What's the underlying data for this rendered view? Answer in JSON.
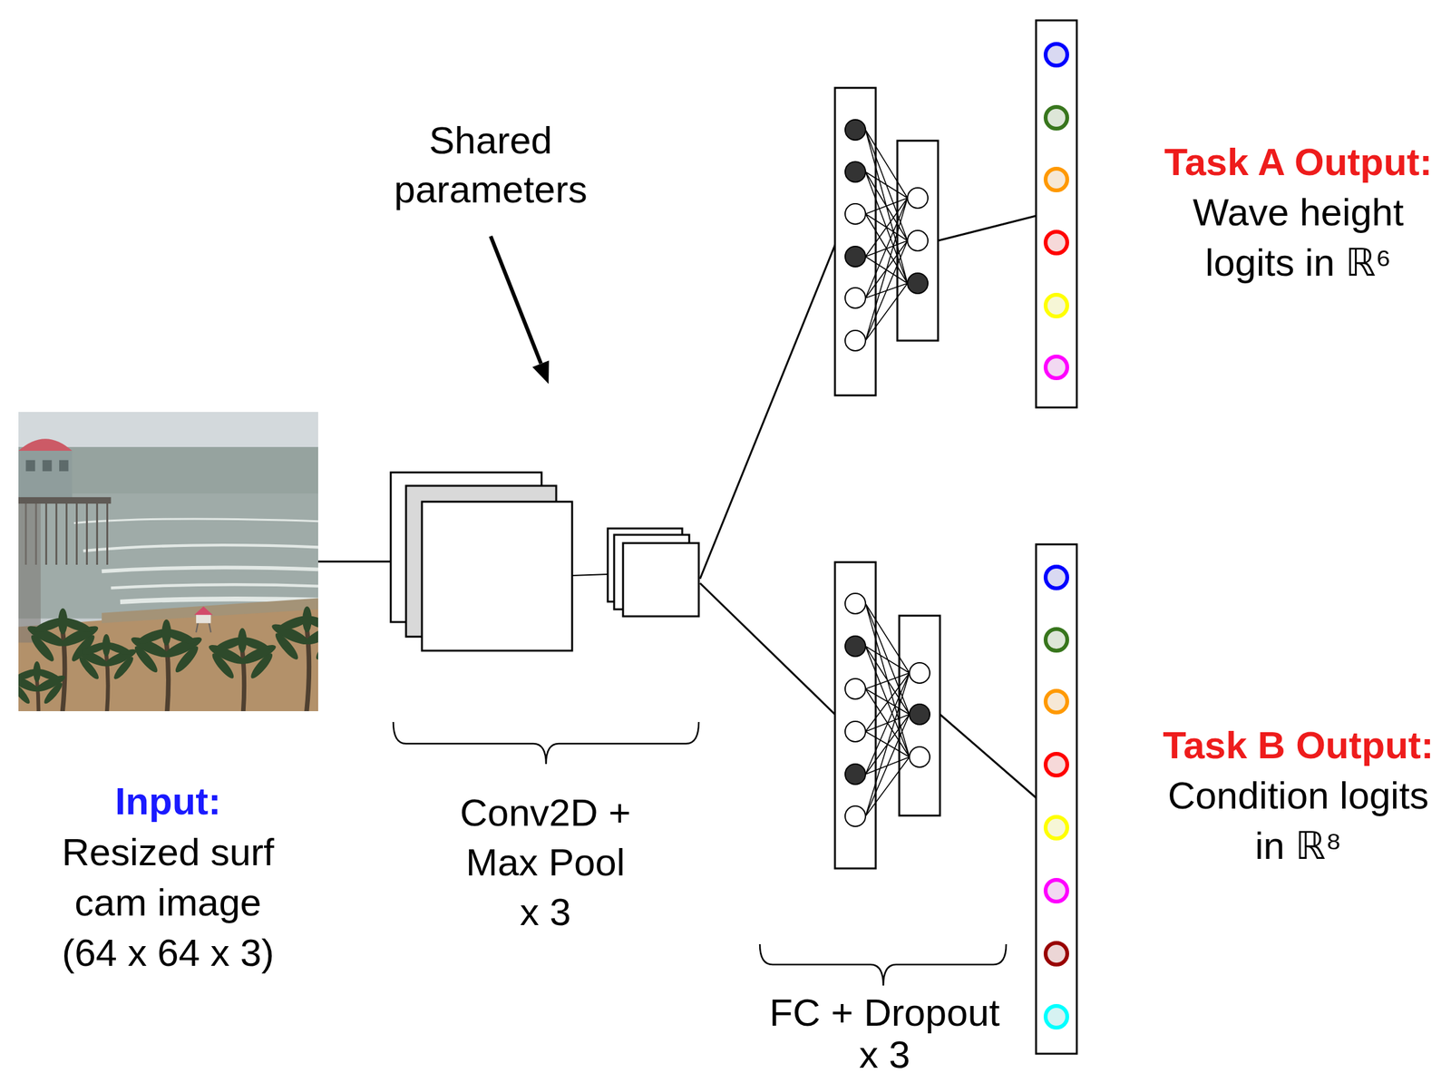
{
  "diagram": {
    "nodes": [
      {
        "text": [
          "Input:",
          "Resized surf cam image (64 x 64 x 3)"
        ]
      },
      {
        "text": [
          "Conv2D + Max Pool x 3"
        ]
      },
      {
        "text": [
          "Task A Output:",
          "Wave height logits in ℝ⁶"
        ]
      },
      {
        "text": [
          "Task B Output:",
          "Condition logits in ℝ⁸"
        ]
      }
    ],
    "edges": [
      {
        "from": 0,
        "to": 1,
        "arrow": "none"
      },
      {
        "from": 1,
        "to": 2,
        "arrow": "none"
      },
      {
        "from": 1,
        "to": 3,
        "arrow": "none"
      }
    ],
    "labels": [
      "Shared parameters",
      "FC + Dropout x 3"
    ]
  }
}
